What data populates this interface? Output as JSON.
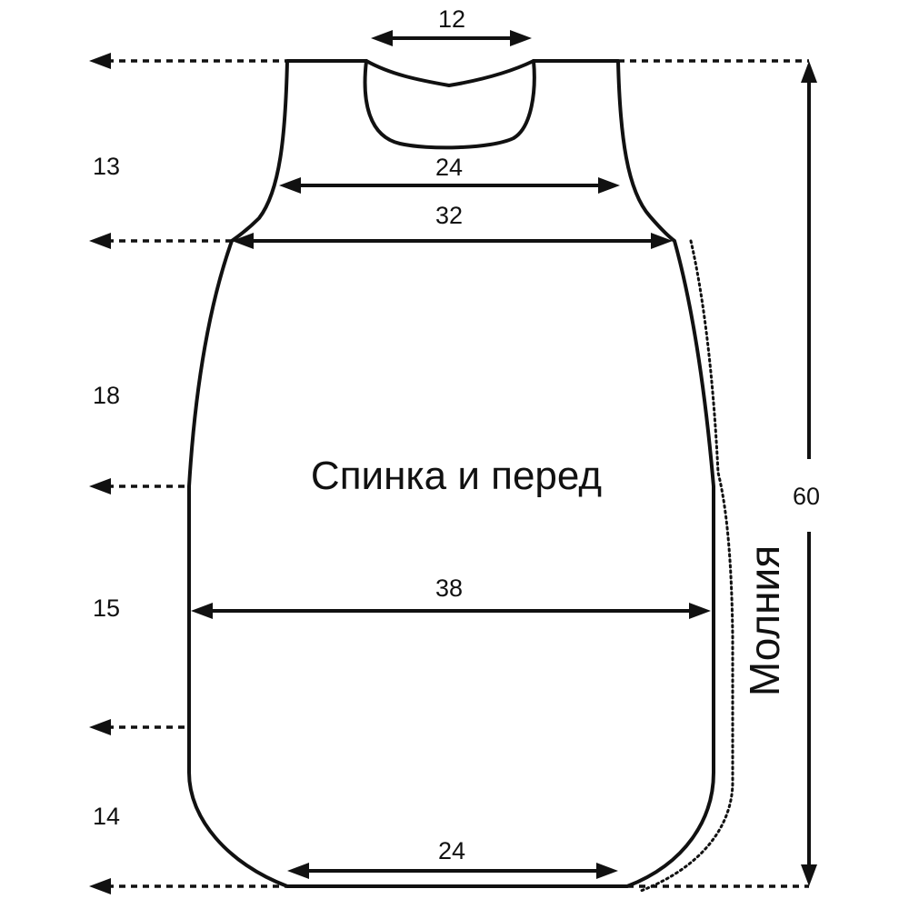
{
  "title": "Спинка и перед",
  "zipper_label": "Молния",
  "widths": {
    "neck": "12",
    "shoulder": "24",
    "chest": "32",
    "hip": "38",
    "bottom": "24"
  },
  "heights": {
    "armhole": "13",
    "upper_body": "18",
    "middle_body": "15",
    "lower_body": "14",
    "total": "60"
  }
}
